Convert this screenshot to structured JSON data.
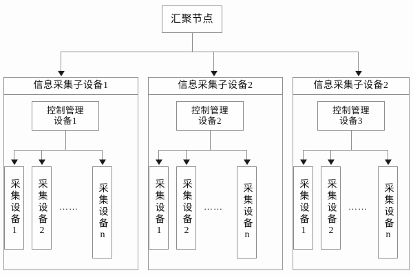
{
  "diagram": {
    "root": {
      "label": "汇聚节点"
    },
    "ellipsis": "……",
    "groups": [
      {
        "header": "信息采集子设备1",
        "controller": {
          "line1": "控制管理",
          "line2": "设备1"
        },
        "leaves": [
          {
            "label": "采集设备1"
          },
          {
            "label": "采集设备2"
          },
          {
            "label": "采集设备n"
          }
        ]
      },
      {
        "header": "信息采集子设备2",
        "controller": {
          "line1": "控制管理",
          "line2": "设备2"
        },
        "leaves": [
          {
            "label": "采集设备1"
          },
          {
            "label": "采集设备2"
          },
          {
            "label": "采集设备n"
          }
        ]
      },
      {
        "header": "信息采集子设备2",
        "controller": {
          "line1": "控制管理",
          "line2": "设备3"
        },
        "leaves": [
          {
            "label": "采集设备1"
          },
          {
            "label": "采集设备2"
          },
          {
            "label": "采集设备n"
          }
        ]
      }
    ]
  },
  "colors": {
    "line": "#8d8d8d",
    "arrow": "#1b1b1b",
    "box_border": "#8d8d8d",
    "background": "#fdfdfd"
  }
}
